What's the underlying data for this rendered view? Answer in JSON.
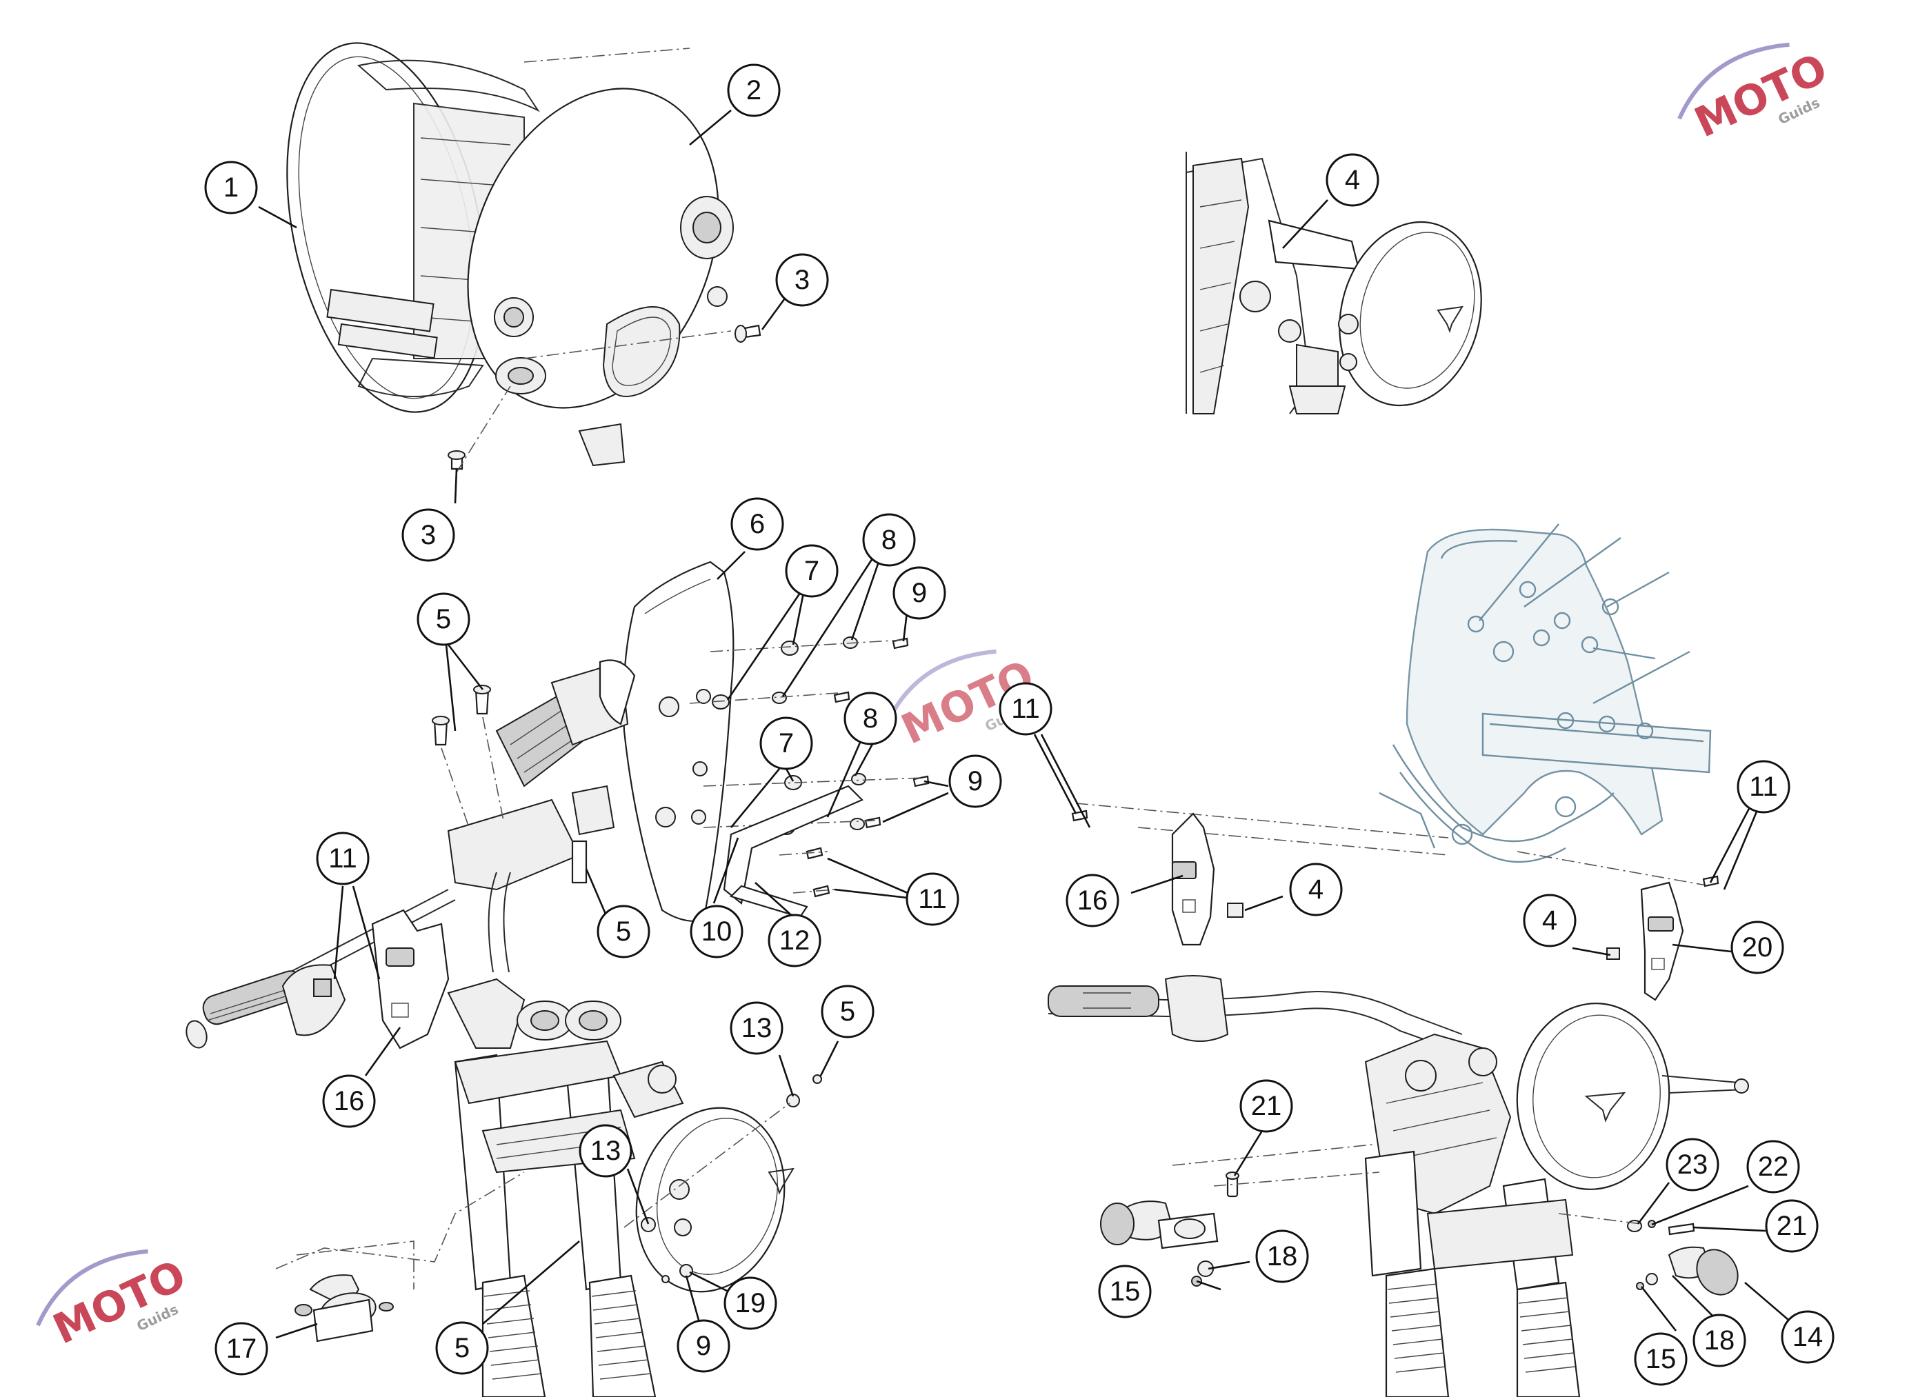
{
  "callouts": {
    "c1": "1",
    "c2": "2",
    "c3a": "3",
    "c3b": "3",
    "c4a": "4",
    "c5a": "5",
    "c6": "6",
    "c7a": "7",
    "c8a": "8",
    "c9a": "9",
    "c7b": "7",
    "c8b": "8",
    "c9b": "9",
    "c11a": "11",
    "c11b": "11",
    "c5b": "5",
    "c10": "10",
    "c12": "12",
    "c16a": "16",
    "c13a": "13",
    "c5c": "5",
    "c13b": "13",
    "c17": "17",
    "c5d": "5",
    "c9c": "9",
    "c19": "19",
    "c11c": "11",
    "c16b": "16",
    "c4b": "4",
    "c11d": "11",
    "c4c": "4",
    "c20": "20",
    "c21a": "21",
    "c23": "23",
    "c22": "22",
    "c21b": "21",
    "c18a": "18",
    "c15a": "15",
    "c15b": "15",
    "c18b": "18",
    "c14": "14"
  },
  "watermark": {
    "logo_text": "MOTO",
    "sub_text": "Guids",
    "colors": {
      "red": "#c0283c",
      "grey": "#8c8c8c",
      "purple": "#6a55a8"
    }
  }
}
